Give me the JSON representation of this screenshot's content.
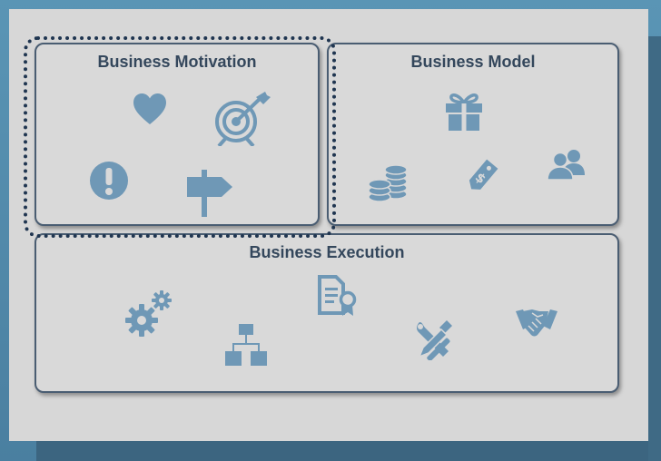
{
  "panels": {
    "motivation": {
      "title": "Business Motivation",
      "icons": [
        "heart-icon",
        "target-icon",
        "warning-icon",
        "signpost-icon"
      ]
    },
    "model": {
      "title": "Business Model",
      "icons": [
        "gift-icon",
        "coins-icon",
        "price-tag-icon",
        "users-icon"
      ]
    },
    "execution": {
      "title": "Business Execution",
      "icons": [
        "gears-icon",
        "certificate-document-icon",
        "org-chart-icon",
        "tools-icon",
        "handshake-icon"
      ]
    }
  },
  "colors": {
    "panel_border": "#4a5d72",
    "panel_fill": "#d9d9d9",
    "title_text": "#34475c",
    "icon_fill": "#6f98b6",
    "highlight_dots": "#1f3550",
    "background": "#4f86a6"
  }
}
